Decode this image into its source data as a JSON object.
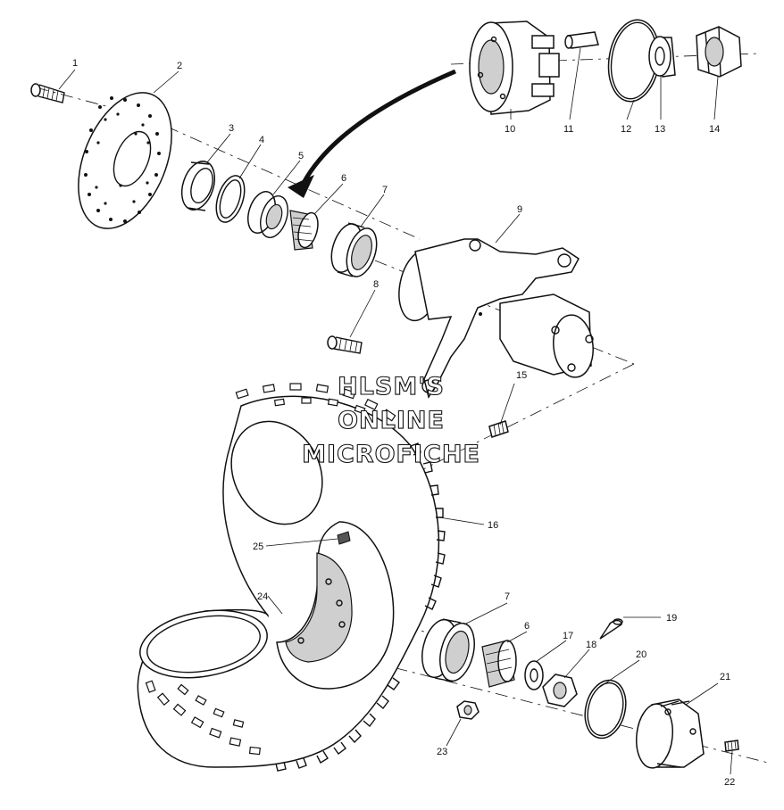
{
  "diagram": {
    "watermark": [
      "HLSM'S",
      "ONLINE",
      "MICROFICHE"
    ],
    "callouts": [
      {
        "id": "c1",
        "text": "1"
      },
      {
        "id": "c2",
        "text": "2"
      },
      {
        "id": "c3",
        "text": "3"
      },
      {
        "id": "c4",
        "text": "4"
      },
      {
        "id": "c5",
        "text": "5"
      },
      {
        "id": "c6",
        "text": "6"
      },
      {
        "id": "c7",
        "text": "7"
      },
      {
        "id": "c8",
        "text": "8"
      },
      {
        "id": "c9",
        "text": "9"
      },
      {
        "id": "c10",
        "text": "10"
      },
      {
        "id": "c11",
        "text": "11"
      },
      {
        "id": "c12",
        "text": "12"
      },
      {
        "id": "c13",
        "text": "13"
      },
      {
        "id": "c14",
        "text": "14"
      },
      {
        "id": "c15",
        "text": "15"
      },
      {
        "id": "c16",
        "text": "16"
      },
      {
        "id": "c7b",
        "text": "7"
      },
      {
        "id": "c6b",
        "text": "6"
      },
      {
        "id": "c17",
        "text": "17"
      },
      {
        "id": "c18",
        "text": "18"
      },
      {
        "id": "c19",
        "text": "19"
      },
      {
        "id": "c20",
        "text": "20"
      },
      {
        "id": "c21",
        "text": "21"
      },
      {
        "id": "c22",
        "text": "22"
      },
      {
        "id": "c23",
        "text": "23"
      },
      {
        "id": "c24",
        "text": "24"
      },
      {
        "id": "c25",
        "text": "25"
      }
    ]
  }
}
